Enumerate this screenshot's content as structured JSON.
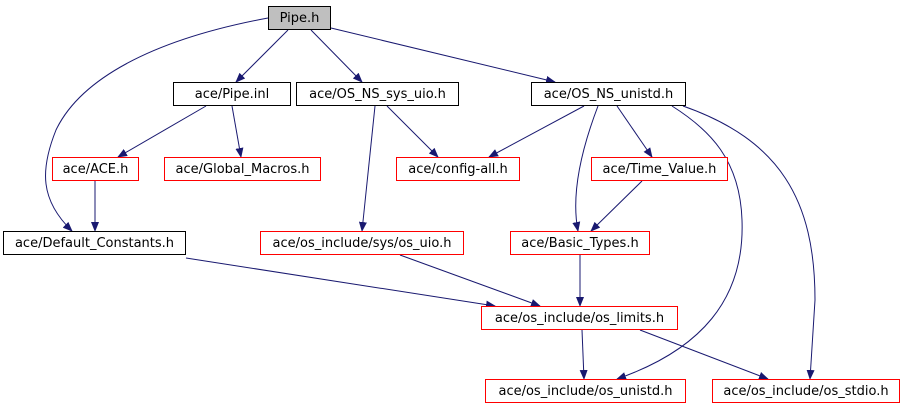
{
  "colors": {
    "edge": "#191970",
    "border_include": "#ff0000",
    "border_documented": "#000000",
    "root_fill": "#bfbfbf"
  },
  "nodes": {
    "pipe_h": "Pipe.h",
    "pipe_inl": "ace/Pipe.inl",
    "os_ns_sys_uio": "ace/OS_NS_sys_uio.h",
    "os_ns_unistd": "ace/OS_NS_unistd.h",
    "ace_h": "ace/ACE.h",
    "global_macros": "ace/Global_Macros.h",
    "config_all": "ace/config-all.h",
    "time_value": "ace/Time_Value.h",
    "default_constants": "ace/Default_Constants.h",
    "os_uio": "ace/os_include/sys/os_uio.h",
    "basic_types": "ace/Basic_Types.h",
    "os_limits": "ace/os_include/os_limits.h",
    "os_unistd": "ace/os_include/os_unistd.h",
    "os_stdio": "ace/os_include/os_stdio.h"
  },
  "edges": [
    {
      "from": "pipe_h",
      "to": "pipe_inl"
    },
    {
      "from": "pipe_h",
      "to": "os_ns_sys_uio"
    },
    {
      "from": "pipe_h",
      "to": "os_ns_unistd"
    },
    {
      "from": "pipe_h",
      "to": "default_constants"
    },
    {
      "from": "pipe_inl",
      "to": "ace_h"
    },
    {
      "from": "pipe_inl",
      "to": "global_macros"
    },
    {
      "from": "os_ns_sys_uio",
      "to": "config_all"
    },
    {
      "from": "os_ns_sys_uio",
      "to": "os_uio"
    },
    {
      "from": "os_ns_unistd",
      "to": "config_all"
    },
    {
      "from": "os_ns_unistd",
      "to": "time_value"
    },
    {
      "from": "os_ns_unistd",
      "to": "basic_types"
    },
    {
      "from": "os_ns_unistd",
      "to": "os_unistd"
    },
    {
      "from": "os_ns_unistd",
      "to": "os_stdio"
    },
    {
      "from": "ace_h",
      "to": "default_constants"
    },
    {
      "from": "time_value",
      "to": "basic_types"
    },
    {
      "from": "default_constants",
      "to": "os_limits"
    },
    {
      "from": "os_uio",
      "to": "os_limits"
    },
    {
      "from": "basic_types",
      "to": "os_limits"
    },
    {
      "from": "os_limits",
      "to": "os_unistd"
    },
    {
      "from": "os_limits",
      "to": "os_stdio"
    }
  ]
}
